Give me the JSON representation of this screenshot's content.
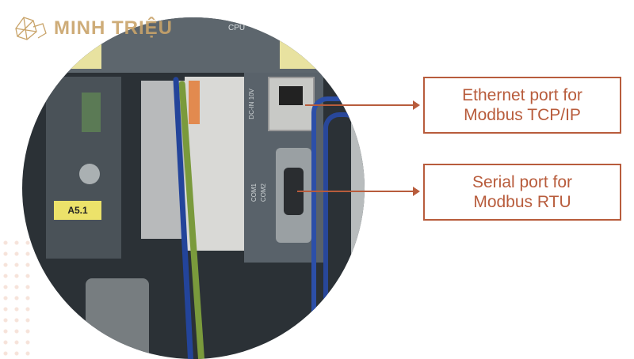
{
  "logo": {
    "text": "MINH TRIỆU"
  },
  "photo": {
    "cpu_label": "CPU",
    "module_label": "A5.1",
    "dc_label": "DC-IN 10V",
    "com1_label": "COM1",
    "com2_label": "COM2"
  },
  "callouts": [
    {
      "line1": "Ethernet port for",
      "line2": "Modbus TCP/IP"
    },
    {
      "line1": "Serial port for",
      "line2": "Modbus RTU"
    }
  ],
  "colors": {
    "accent": "#b85c3c",
    "logo": "#c9a46a"
  }
}
